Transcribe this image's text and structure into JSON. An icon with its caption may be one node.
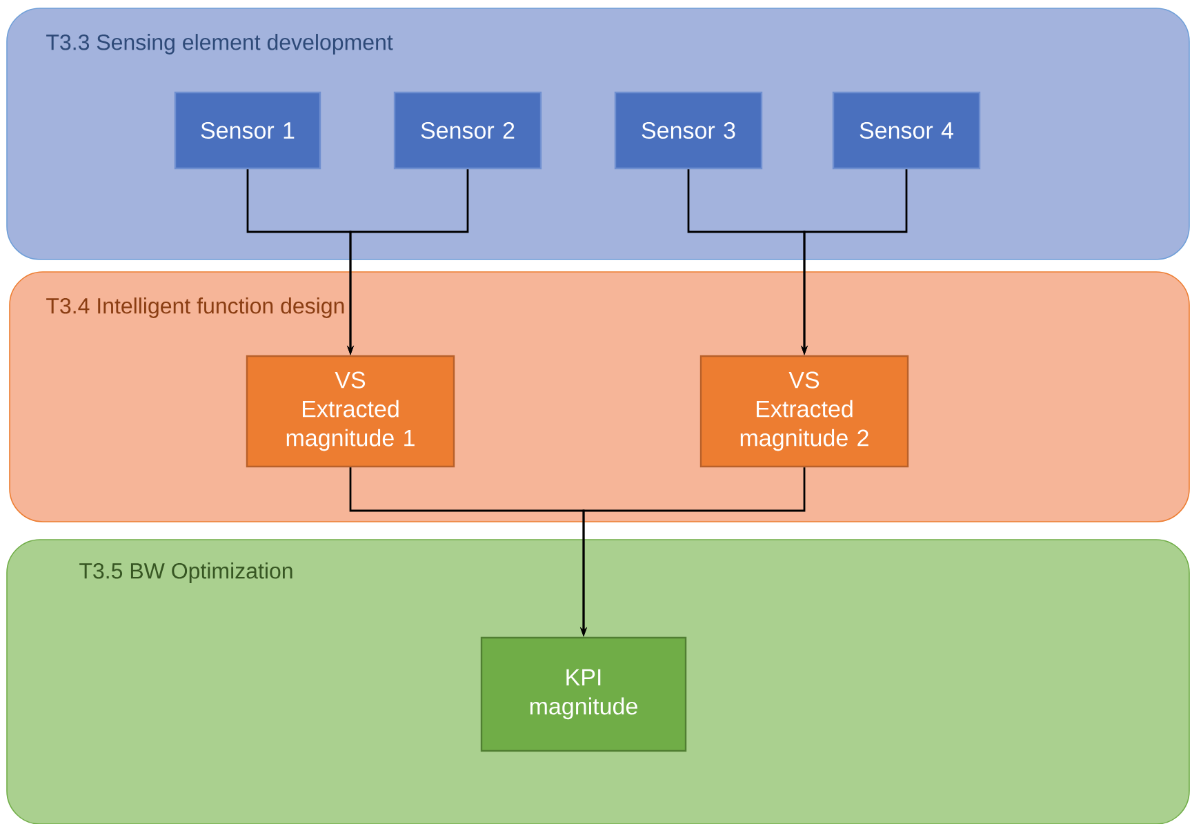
{
  "diagram": {
    "nodes": [
      {
        "text": [
          "T3.3 Sensing element development"
        ]
      },
      {
        "text": [
          "Sensor 1"
        ],
        "in": 0
      },
      {
        "text": [
          "Sensor 2"
        ],
        "in": 0
      },
      {
        "text": [
          "Sensor 3"
        ],
        "in": 0
      },
      {
        "text": [
          "Sensor 4"
        ],
        "in": 0
      },
      {
        "text": [
          "T3.4 Intelligent function design"
        ]
      },
      {
        "text": [
          "VS",
          "Extracted magnitude 1"
        ],
        "in": 5
      },
      {
        "text": [
          "VS",
          "Extracted magnitude 2"
        ],
        "in": 5
      },
      {
        "text": [
          "T3.5 BW Optimization"
        ]
      },
      {
        "text": [
          "KPI magnitude"
        ],
        "in": 8
      }
    ],
    "edges": [
      {
        "from": 1,
        "to": 6,
        "arrow": "to"
      },
      {
        "from": 2,
        "to": 6,
        "arrow": "to"
      },
      {
        "from": 3,
        "to": 7,
        "arrow": "to"
      },
      {
        "from": 4,
        "to": 7,
        "arrow": "to"
      },
      {
        "from": 6,
        "to": 9,
        "arrow": "to"
      },
      {
        "from": 7,
        "to": 9,
        "arrow": "to"
      }
    ]
  }
}
